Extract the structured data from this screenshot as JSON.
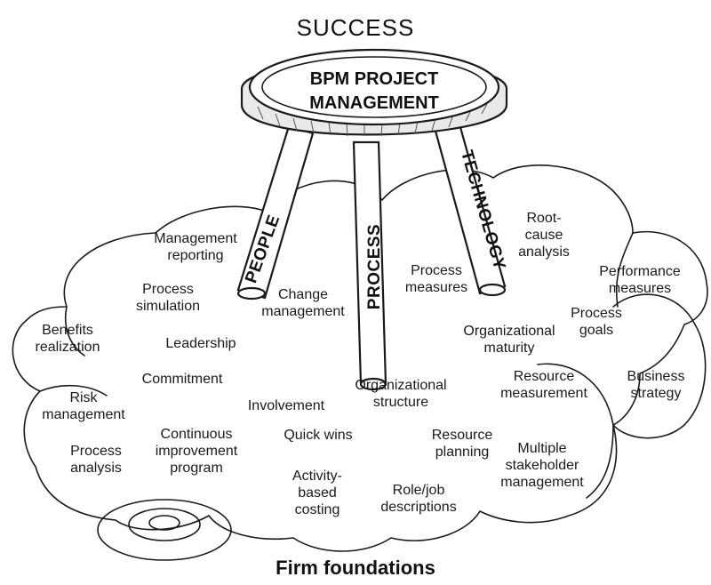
{
  "title": "SUCCESS",
  "seat": {
    "line1": "BPM PROJECT",
    "line2": "MANAGEMENT"
  },
  "legs": {
    "people": "PEOPLE",
    "process": "PROCESS",
    "technology": "TECHNOLOGY"
  },
  "footer": "Firm foundations",
  "labels": {
    "management_reporting": [
      "Management",
      "reporting"
    ],
    "process_simulation": [
      "Process",
      "simulation"
    ],
    "change_management": [
      "Change",
      "management"
    ],
    "process_measures": [
      "Process",
      "measures"
    ],
    "root_cause_analysis": [
      "Root-",
      "cause",
      "analysis"
    ],
    "performance_measures": [
      "Performance",
      "measures"
    ],
    "benefits_realization": [
      "Benefits",
      "realization"
    ],
    "leadership": [
      "Leadership"
    ],
    "organizational_maturity": [
      "Organizational",
      "maturity"
    ],
    "process_goals": [
      "Process",
      "goals"
    ],
    "commitment": [
      "Commitment"
    ],
    "risk_management": [
      "Risk",
      "management"
    ],
    "involvement": [
      "Involvement"
    ],
    "organizational_structure": [
      "Organizational",
      "structure"
    ],
    "resource_measurement": [
      "Resource",
      "measurement"
    ],
    "business_strategy": [
      "Business",
      "strategy"
    ],
    "continuous_improvement_program": [
      "Continuous",
      "improvement",
      "program"
    ],
    "quick_wins": [
      "Quick wins"
    ],
    "resource_planning": [
      "Resource",
      "planning"
    ],
    "process_analysis": [
      "Process",
      "analysis"
    ],
    "activity_based_costing": [
      "Activity-",
      "based",
      "costing"
    ],
    "role_job_descriptions": [
      "Role/job",
      "descriptions"
    ],
    "multiple_stakeholder_management": [
      "Multiple",
      "stakeholder",
      "management"
    ]
  }
}
